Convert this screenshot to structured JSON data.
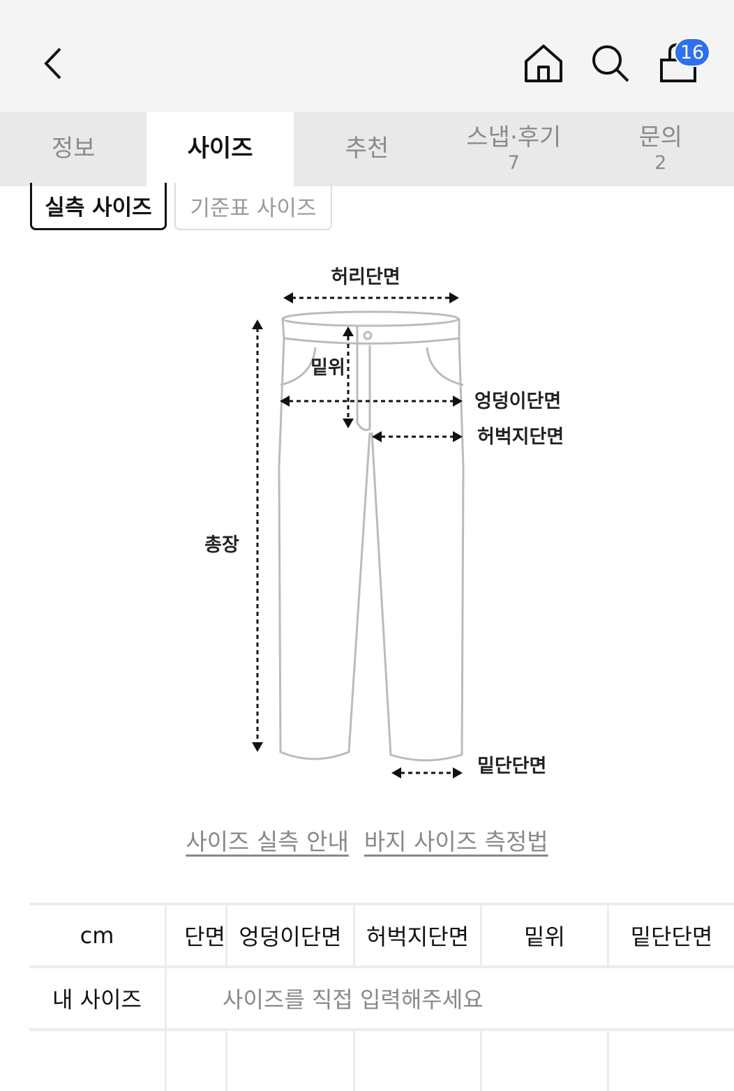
{
  "header": {
    "cart_count": "16"
  },
  "tabs": [
    {
      "label": "정보"
    },
    {
      "label": "사이즈"
    },
    {
      "label": "추천"
    },
    {
      "label": "스냅·후기",
      "count": "7"
    },
    {
      "label": "문의",
      "count": "2"
    }
  ],
  "subtabs": {
    "actual": "실측 사이즈",
    "standard": "기준표 사이즈"
  },
  "diagram": {
    "waist": "허리단면",
    "rise": "밑위",
    "hip": "엉덩이단면",
    "thigh": "허벅지단면",
    "length": "총장",
    "hem": "밑단단면"
  },
  "links": {
    "guide": "사이즈 실측 안내",
    "howto": "바지 사이즈 측정법"
  },
  "table": {
    "unit": "cm",
    "headers": [
      "단면",
      "엉덩이단면",
      "허벅지단면",
      "밑위",
      "밑단단면"
    ],
    "my_size_label": "내 사이즈",
    "my_size_placeholder": "사이즈를 직접 입력해주세요"
  }
}
